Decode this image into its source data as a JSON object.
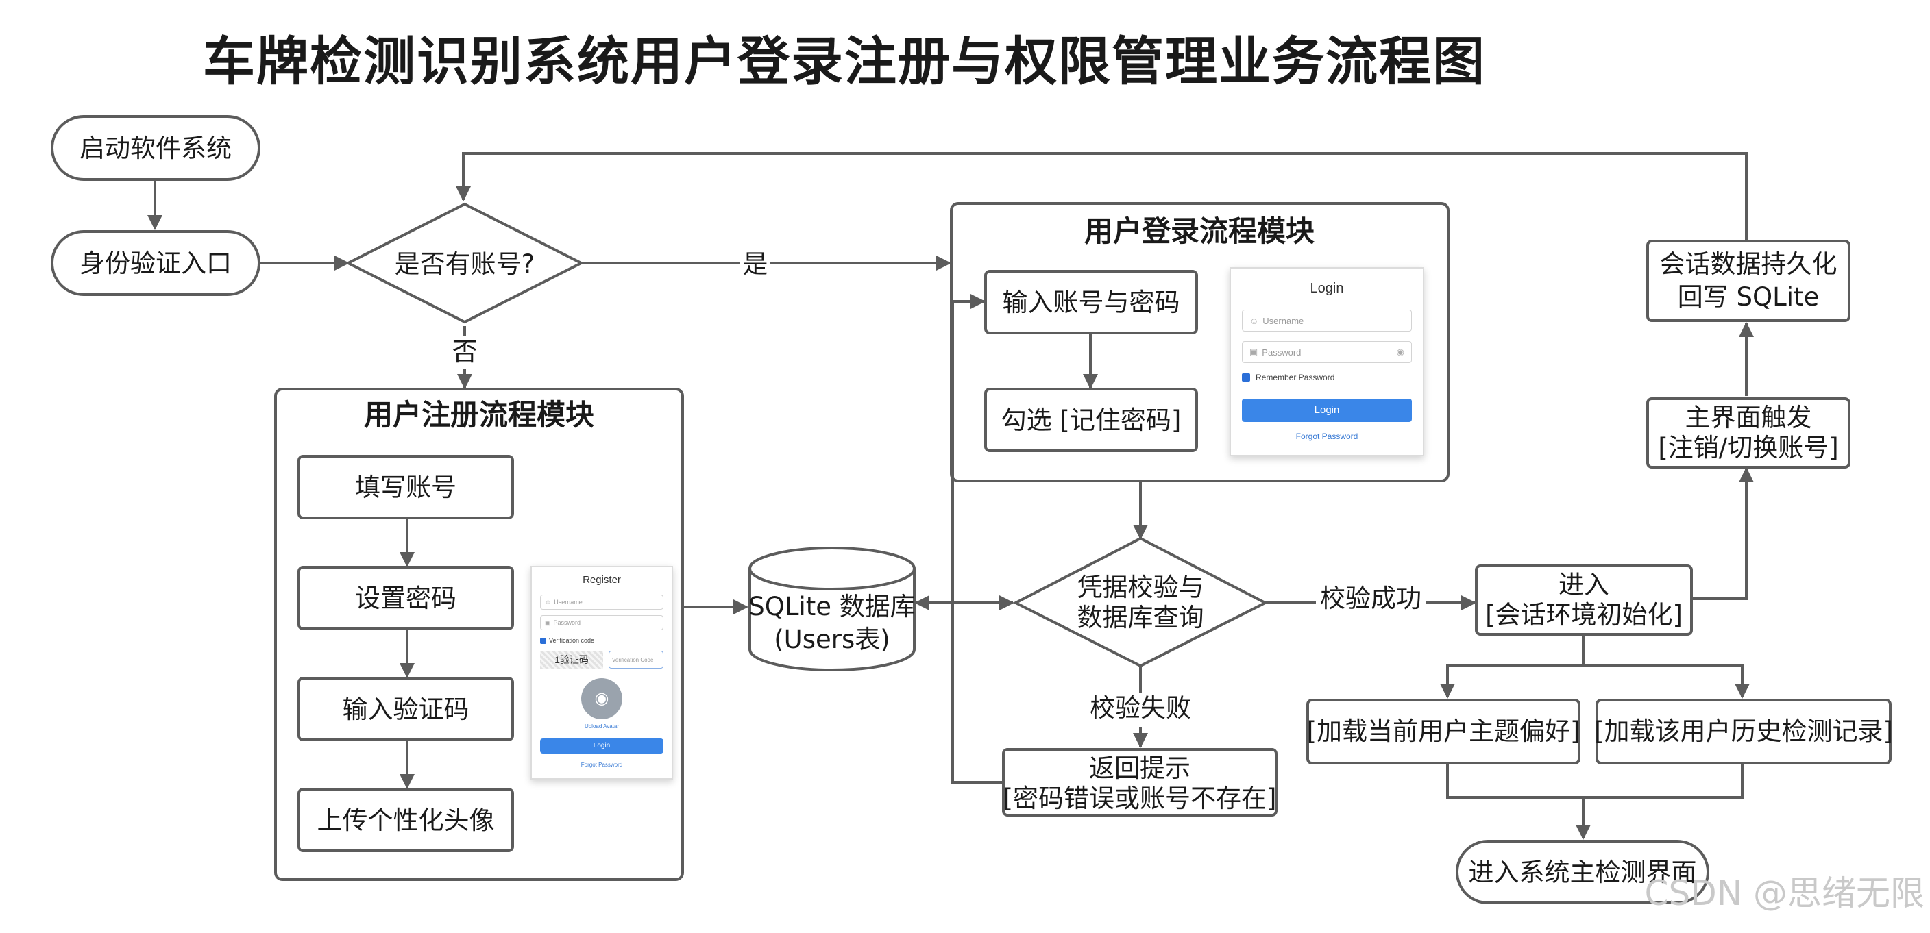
{
  "title": "车牌检测识别系统用户登录注册与权限管理业务流程图",
  "nodes": {
    "start": "启动软件系统",
    "auth_entry": "身份验证入口",
    "has_account": "是否有账号?",
    "login_input": "输入账号与密码",
    "remember_pwd": "勾选 [记住密码]",
    "fill_account": "填写账号",
    "set_password": "设置密码",
    "input_captcha": "输入验证码",
    "upload_avatar": "上传个性化头像",
    "db_line1": "SQLite 数据库",
    "db_line2": "(Users表)",
    "verify_line1": "凭据校验与",
    "verify_line2": "数据库查询",
    "fail_line1": "返回提示",
    "fail_line2": "[密码错误或账号不存在]",
    "enter_line1": "进入",
    "enter_line2": "[会话环境初始化]",
    "load_theme": "[加载当前用户主题偏好]",
    "load_history": "[加载该用户历史检测记录]",
    "main_ui": "进入系统主检测界面",
    "trigger_line1": "主界面触发",
    "trigger_line2": "[注销/切换账号]",
    "persist_line1": "会话数据持久化",
    "persist_line2": "回写 SQLite"
  },
  "modules": {
    "login": "用户登录流程模块",
    "register": "用户注册流程模块"
  },
  "edge_labels": {
    "yes": "是",
    "no": "否",
    "success": "校验成功",
    "fail": "校验失败"
  },
  "login_mock": {
    "title": "Login",
    "username_placeholder": "Username",
    "password_placeholder": "Password",
    "remember": "Remember Password",
    "button": "Login",
    "forgot": "Forgot Password"
  },
  "register_mock": {
    "title": "Register",
    "username_placeholder": "Username",
    "password_placeholder": "Password",
    "verify_label": "Verification code",
    "captcha_image": "1验证码",
    "captcha_input": "Verification Code",
    "upload": "Upload Avatar",
    "button": "Login",
    "forgot": "Forgot Password"
  },
  "watermark": "CSDN @思绪无限",
  "colors": {
    "stroke": "#5c5c5c",
    "accent": "#3a86e8"
  }
}
